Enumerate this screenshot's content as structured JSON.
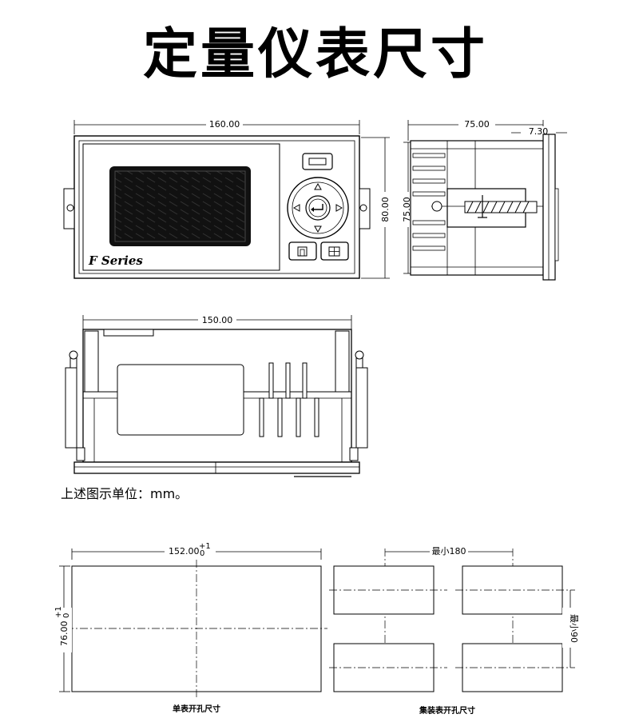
{
  "title": "定量仪表尺寸",
  "note": "上述图示单位：mm。",
  "front_view": {
    "width": "160.00",
    "height": "80.00",
    "logo": "F Series"
  },
  "side_view": {
    "depth": "75.00",
    "panel": "7.30",
    "height": "75.00"
  },
  "top_view": {
    "depth": "150.00"
  },
  "single_cutout": {
    "width": "152.00",
    "height": "76.00",
    "tol_plus": "+1",
    "tol_minus": "0",
    "caption": "单表开孔尺寸"
  },
  "multi_cutout": {
    "h_spacing": "最小180",
    "v_spacing": "最小90",
    "caption": "集装表开孔尺寸"
  }
}
